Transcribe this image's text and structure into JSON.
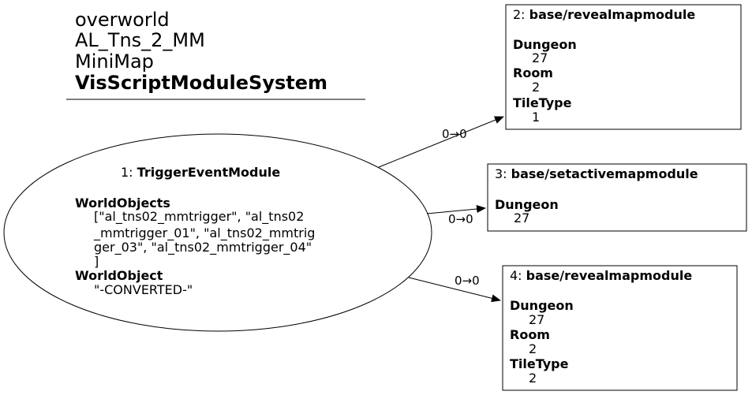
{
  "graph": {
    "title_lines": [
      "overworld",
      "AL_Tns_2_MM",
      "MiniMap"
    ],
    "title_bold": "VisScriptModuleSystem"
  },
  "nodes": {
    "n1": {
      "index": "1: ",
      "name": "TriggerEventModule",
      "props": [
        {
          "key": "WorldObjects",
          "value_lines": [
            "[\"al_tns02_mmtrigger\", \"al_tns02",
            "_mmtrigger_01\", \"al_tns02_mmtrig",
            "ger_03\", \"al_tns02_mmtrigger_04\"",
            "]"
          ]
        },
        {
          "key": "WorldObject",
          "value_lines": [
            "\"-CONVERTED-\""
          ]
        }
      ]
    },
    "n2": {
      "index": "2: ",
      "name": "base/revealmapmodule",
      "props": [
        {
          "key": "Dungeon",
          "value_lines": [
            "27"
          ]
        },
        {
          "key": "Room",
          "value_lines": [
            "2"
          ]
        },
        {
          "key": "TileType",
          "value_lines": [
            "1"
          ]
        }
      ]
    },
    "n3": {
      "index": "3: ",
      "name": "base/setactivemapmodule",
      "props": [
        {
          "key": "Dungeon",
          "value_lines": [
            "27"
          ]
        }
      ]
    },
    "n4": {
      "index": "4: ",
      "name": "base/revealmapmodule",
      "props": [
        {
          "key": "Dungeon",
          "value_lines": [
            "27"
          ]
        },
        {
          "key": "Room",
          "value_lines": [
            "2"
          ]
        },
        {
          "key": "TileType",
          "value_lines": [
            "2"
          ]
        }
      ]
    }
  },
  "edges": [
    {
      "from": "n1",
      "to": "n2",
      "label": "0→0"
    },
    {
      "from": "n1",
      "to": "n3",
      "label": "0→0"
    },
    {
      "from": "n1",
      "to": "n4",
      "label": "0→0"
    }
  ]
}
